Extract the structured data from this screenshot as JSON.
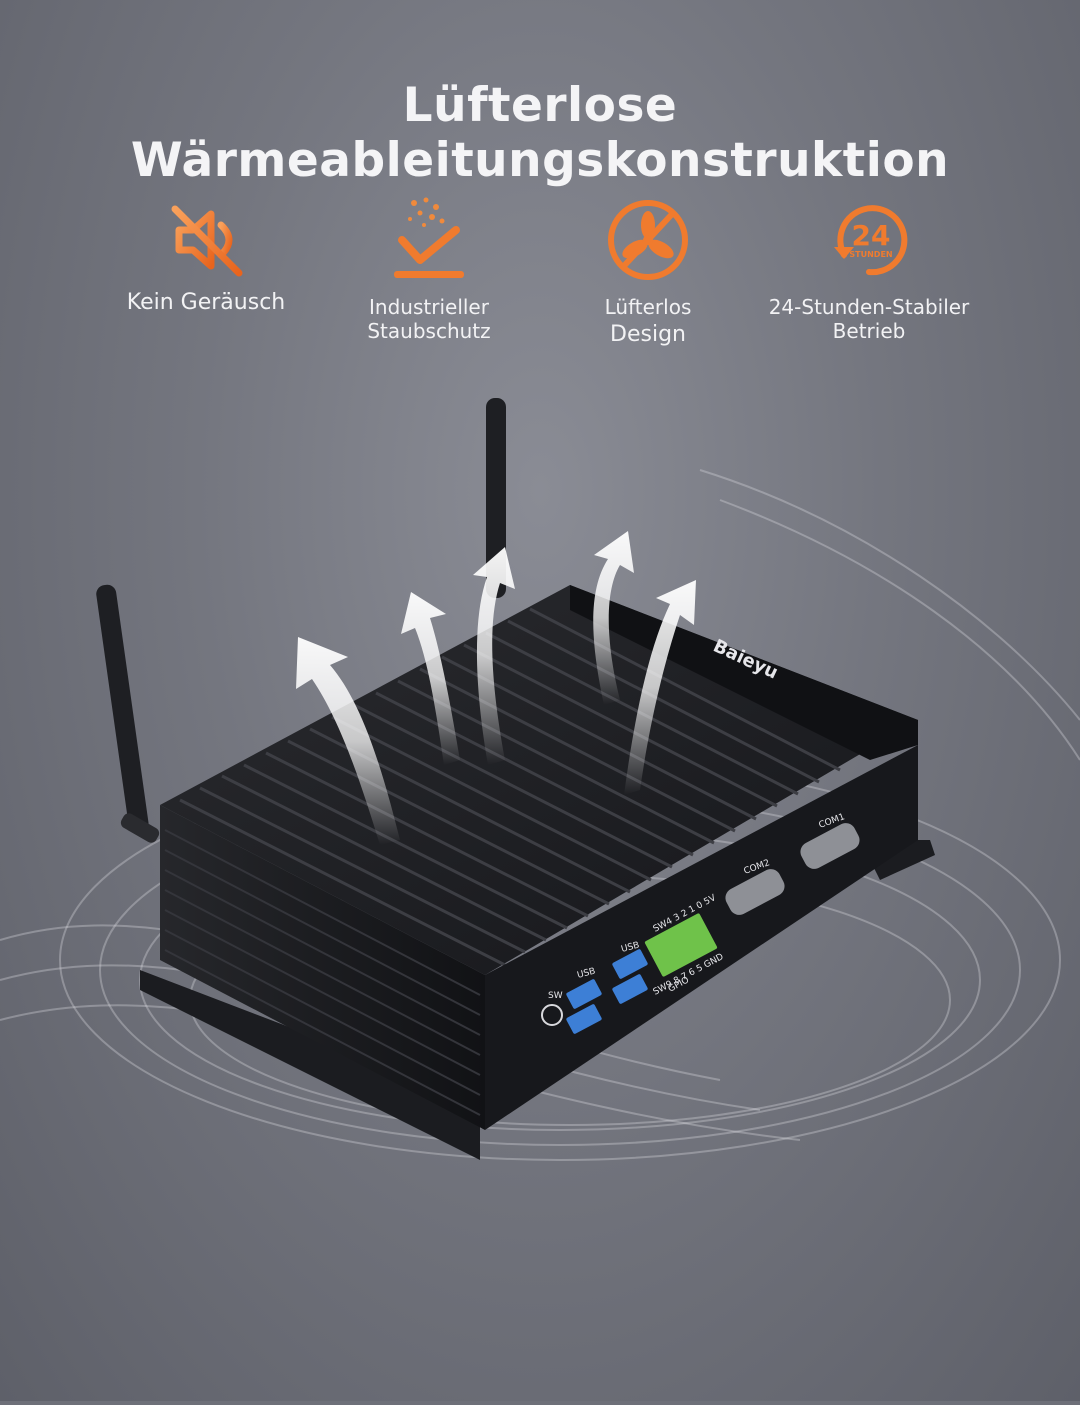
{
  "headline": "Lüfterlose Wärmeableitungskonstruktion",
  "accent_color": "#f07b2e",
  "features": [
    {
      "icon": "mute-speaker-icon",
      "label_lines": [
        "Kein Geräusch"
      ]
    },
    {
      "icon": "dust-shield-icon",
      "label_lines": [
        "Industrieller",
        "Staubschutz"
      ]
    },
    {
      "icon": "no-fan-icon",
      "label_lines": [
        "Lüfterlos",
        "Design"
      ]
    },
    {
      "icon": "24-hours-icon",
      "label_lines": [
        "24-Stunden-Stabiler",
        "Betrieb"
      ],
      "icon_text": "24",
      "icon_subtext": "STUNDEN"
    }
  ],
  "device": {
    "brand": "Baieyu",
    "port_labels": {
      "sw": "SW",
      "usb_left": "USB",
      "usb_right": "USB",
      "gpio_top": "SW4 3 2 1 0 5V",
      "gpio_bottom": "SW9 8 7 6 5 GND",
      "gpio": "GPIO",
      "com2": "COM2",
      "com1": "COM1"
    }
  }
}
